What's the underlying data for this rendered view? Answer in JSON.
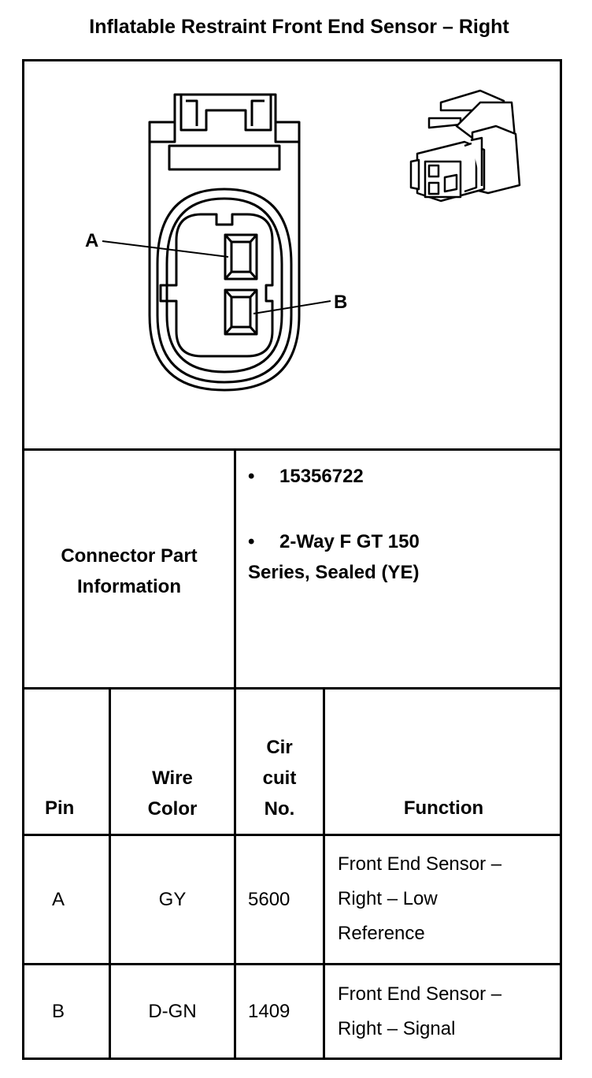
{
  "title": "Inflatable Restraint Front End Sensor – Right",
  "diagram": {
    "label_a": "A",
    "label_b": "B"
  },
  "connector_info": {
    "label_line1": "Connector Part",
    "label_line2": "Information",
    "bullet": "•",
    "part_number": "15356722",
    "desc_line1": "2-Way F GT 150",
    "desc_line2": "Series, Sealed (YE)"
  },
  "table": {
    "headers": {
      "pin": "Pin",
      "wire_color": [
        "Wire",
        "Color"
      ],
      "circuit": [
        "Cir",
        "cuit",
        "No."
      ],
      "function": "Function"
    },
    "rows": [
      {
        "pin": "A",
        "wire": "GY",
        "circuit": "5600",
        "function": [
          "Front End Sensor –",
          "Right – Low",
          "Reference"
        ]
      },
      {
        "pin": "B",
        "wire": "D-GN",
        "circuit": "1409",
        "function": [
          "Front End Sensor –",
          "Right – Signal"
        ]
      }
    ]
  }
}
